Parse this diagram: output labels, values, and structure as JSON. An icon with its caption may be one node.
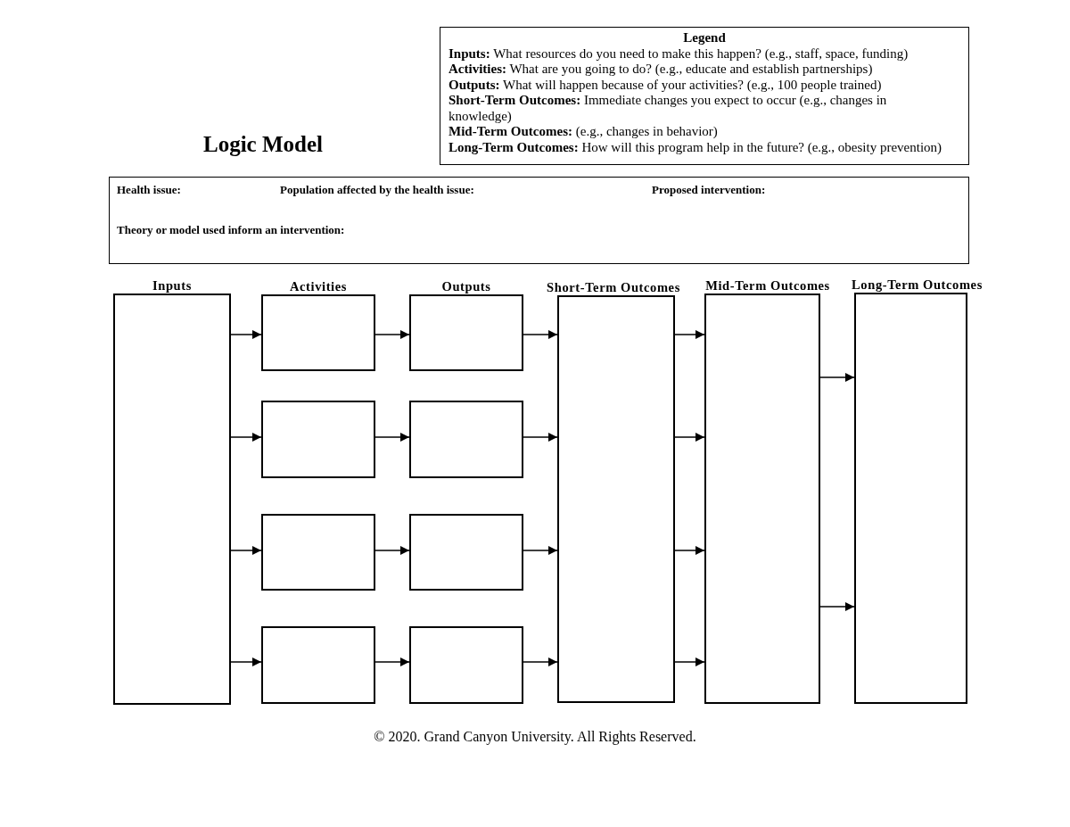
{
  "diagram": {
    "title": "Logic Model",
    "nodes": [
      {
        "text": [
          "Legend",
          "**Inputs:** What resources do you need to make this happen? (e.g., staff, space, funding)",
          "**Activities:** What are you going to do? (e.g., educate and establish partnerships)",
          "**Outputs:** What will happen because of your activities? (e.g., 100 people trained)",
          "**Short-Term Outcomes:** Immediate changes you expect to occur (e.g., changes in knowledge)",
          "**Mid-Term Outcomes:** (e.g., changes in behavior)",
          "**Long-Term Outcomes:** How will this program help in the future? (e.g., obesity prevention)"
        ]
      },
      {
        "text": [
          "Health issue:",
          "Population affected by the health issue:",
          "Proposed intervention:",
          "Theory or model used inform an intervention:"
        ]
      },
      {
        "text": [
          "Inputs"
        ]
      },
      {
        "text": [
          "Activities"
        ]
      },
      {
        "text": [],
        "shape": "box"
      },
      {
        "text": [],
        "shape": "box"
      },
      {
        "text": [],
        "shape": "box"
      },
      {
        "text": [
          "Outputs"
        ]
      },
      {
        "text": [],
        "shape": "box"
      },
      {
        "text": [],
        "shape": "box"
      },
      {
        "text": [],
        "shape": "box"
      },
      {
        "text": [
          "Short-Term Outcomes"
        ]
      },
      {
        "text": [
          "Mid-Term Outcomes"
        ]
      },
      {
        "text": [
          "Long-Term Outcomes"
        ]
      }
    ],
    "edges": [
      {
        "from": 2,
        "to": 3,
        "arrow": "to"
      },
      {
        "from": 2,
        "to": 4,
        "arrow": "to"
      },
      {
        "from": 2,
        "to": 5,
        "arrow": "to"
      },
      {
        "from": 2,
        "to": 6,
        "arrow": "to"
      },
      {
        "from": 3,
        "to": 7,
        "arrow": "to"
      },
      {
        "from": 4,
        "to": 8,
        "arrow": "to"
      },
      {
        "from": 5,
        "to": 9,
        "arrow": "to"
      },
      {
        "from": 6,
        "to": 10,
        "arrow": "to"
      },
      {
        "from": 7,
        "to": 11,
        "arrow": "to"
      },
      {
        "from": 8,
        "to": 11,
        "arrow": "to"
      },
      {
        "from": 9,
        "to": 11,
        "arrow": "to"
      },
      {
        "from": 10,
        "to": 11,
        "arrow": "to"
      },
      {
        "from": 11,
        "to": 12,
        "arrow": "to"
      },
      {
        "from": 11,
        "to": 12,
        "arrow": "to"
      },
      {
        "from": 11,
        "to": 12,
        "arrow": "to"
      },
      {
        "from": 11,
        "to": 12,
        "arrow": "to"
      },
      {
        "from": 12,
        "to": 13,
        "arrow": "to"
      },
      {
        "from": 12,
        "to": 13,
        "arrow": "to"
      }
    ],
    "labels": [
      "© 2020. Grand Canyon University. All Rights Reserved."
    ]
  }
}
